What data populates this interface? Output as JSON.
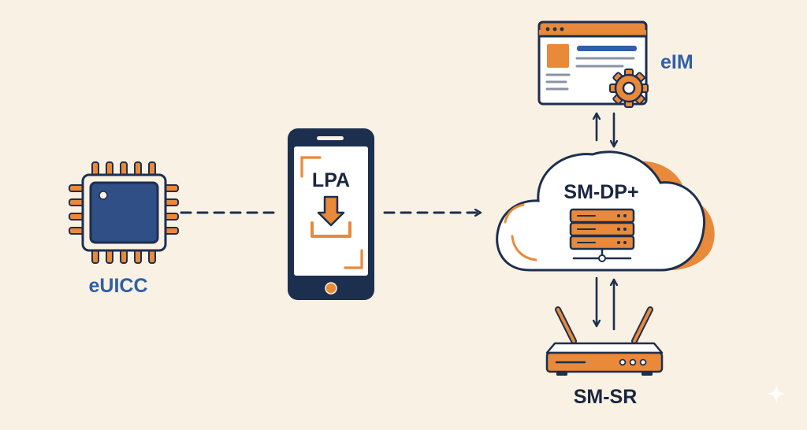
{
  "colors": {
    "background": "#f8f1e4",
    "navy": "#1d2f4e",
    "chip_blue": "#2f4f86",
    "orange": "#e9893a",
    "label_blue": "#2f5fa6",
    "label_dark": "#1a2640",
    "white": "#ffffff"
  },
  "nodes": {
    "euicc": {
      "label": "eUICC",
      "icon": "chip-icon"
    },
    "lpa": {
      "label": "LPA",
      "icon": "smartphone-icon",
      "inner_icon": "download-icon"
    },
    "smdp": {
      "label": "SM-DP+",
      "icon": "cloud-icon",
      "inner_icon": "server-icon"
    },
    "eim": {
      "label": "eIM",
      "icon": "browser-window-icon",
      "inner_icon": "gear-icon"
    },
    "smsr": {
      "label": "SM-SR",
      "icon": "router-icon"
    }
  },
  "connections": [
    {
      "from": "eUICC",
      "to": "LPA",
      "style": "dashed"
    },
    {
      "from": "LPA",
      "to": "SM-DP+",
      "style": "dashed-arrow"
    },
    {
      "from": "SM-DP+",
      "to": "eIM",
      "style": "bidirectional"
    },
    {
      "from": "SM-DP+",
      "to": "SM-SR",
      "style": "bidirectional"
    }
  ]
}
